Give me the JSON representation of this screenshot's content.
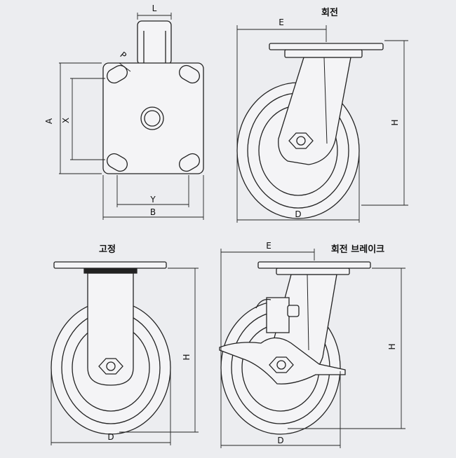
{
  "colors": {
    "background": "#ecedf0",
    "line": "#222222",
    "body": "#f4f4f6"
  },
  "views": {
    "top": {
      "labels": {
        "L": "L",
        "P": "P",
        "A": "A",
        "X": "X",
        "Y": "Y",
        "B": "B"
      }
    },
    "swivel": {
      "title": "회전",
      "labels": {
        "E": "E",
        "H": "H",
        "D": "D"
      }
    },
    "fixed": {
      "title": "고정",
      "labels": {
        "H": "H",
        "D": "D"
      }
    },
    "swivel_brake": {
      "title": "회전 브레이크",
      "labels": {
        "E": "E",
        "H": "H",
        "D": "D"
      }
    }
  }
}
